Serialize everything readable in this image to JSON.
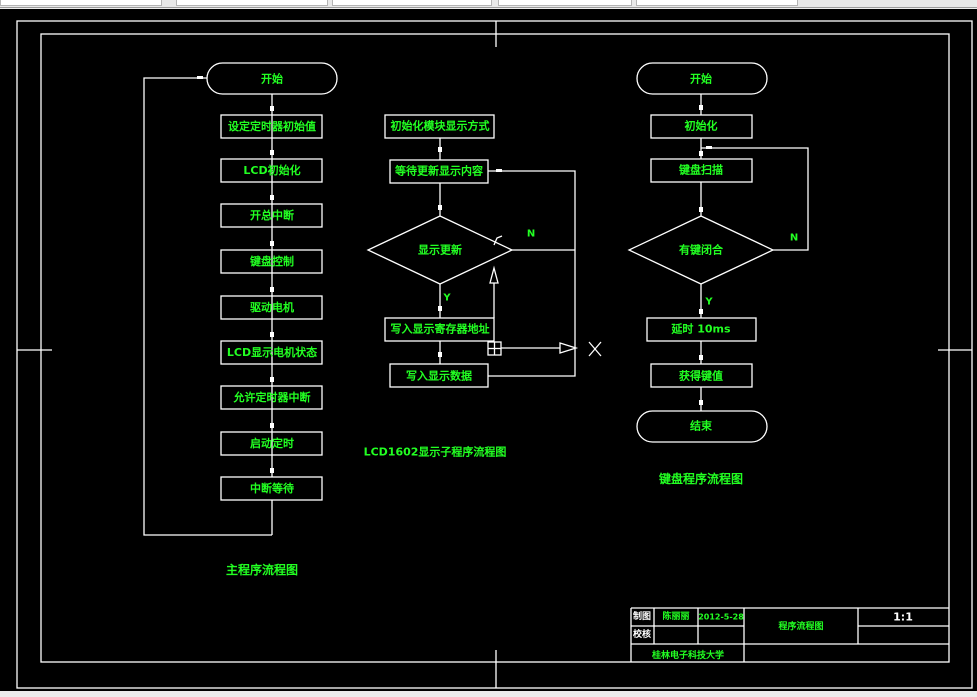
{
  "toolbar": {
    "fields": [
      "",
      "",
      "",
      "",
      ""
    ]
  },
  "colors": {
    "line": "#ffffff",
    "text": "#22ff22",
    "background": "#000000"
  },
  "main_flow": {
    "title": "主程序流程图",
    "start": "开始",
    "steps": [
      "设定定时器初始值",
      "LCD初始化",
      "开总中断",
      "键盘控制",
      "驱动电机",
      "LCD显示电机状态",
      "允许定时器中断",
      "启动定时",
      "中断等待"
    ]
  },
  "lcd_flow": {
    "title": "LCD1602显示子程序流程图",
    "steps": [
      "初始化模块显示方式",
      "等待更新显示内容"
    ],
    "decision": "显示更新",
    "yes_label": "Y",
    "no_label": "N",
    "after_steps": [
      "写入显示寄存器地址",
      "写入显示数据"
    ]
  },
  "key_flow": {
    "title": "键盘程序流程图",
    "start": "开始",
    "steps": [
      "初始化",
      "键盘扫描"
    ],
    "decision": "有键闭合",
    "yes_label": "Y",
    "no_label": "N",
    "after_steps": [
      "延时 10ms",
      "获得键值"
    ],
    "end": "结束"
  },
  "title_block": {
    "drawn_label": "制图",
    "drawn_by": "陈丽丽",
    "date": "2012-5-28",
    "check_label": "校核",
    "drawing_name": "程序流程图",
    "scale": "1:1",
    "school": "桂林电子科技大学"
  }
}
